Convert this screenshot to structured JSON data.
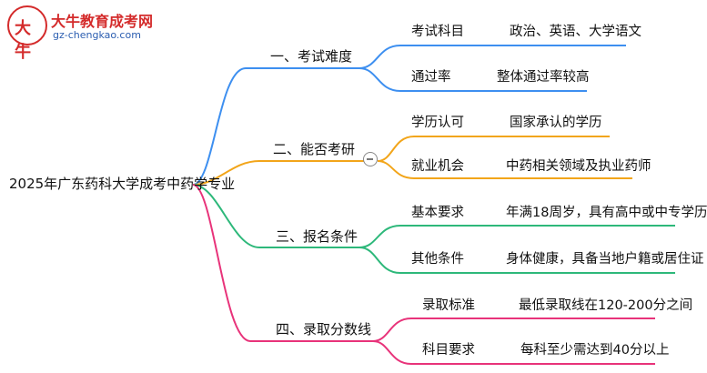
{
  "logo": {
    "title": "大牛教育成考网",
    "subtitle": "gz-chengkao.com",
    "badge_text": "大牛"
  },
  "root": "2025年广东药科大学成考中药学专业",
  "branches": [
    {
      "label": "一、考试难度",
      "color": "#3d8ff0",
      "leaves": [
        {
          "key": "考试科目",
          "value": "政治、英语、大学语文"
        },
        {
          "key": "通过率",
          "value": "整体通过率较高"
        }
      ]
    },
    {
      "label": "二、能否考研",
      "color": "#f2a51a",
      "leaves": [
        {
          "key": "学历认可",
          "value": "国家承认的学历"
        },
        {
          "key": "就业机会",
          "value": "中药相关领域及执业药师"
        }
      ]
    },
    {
      "label": "三、报名条件",
      "color": "#2db87a",
      "leaves": [
        {
          "key": "基本要求",
          "value": "年满18周岁，具有高中或中专学历"
        },
        {
          "key": "其他条件",
          "value": "身体健康，具备当地户籍或居住证"
        }
      ]
    },
    {
      "label": "四、录取分数线",
      "color": "#e8337a",
      "leaves": [
        {
          "key": "录取标准",
          "value": "最低录取线在120-200分之间"
        },
        {
          "key": "科目要求",
          "value": "每科至少需达到40分以上"
        }
      ]
    }
  ]
}
